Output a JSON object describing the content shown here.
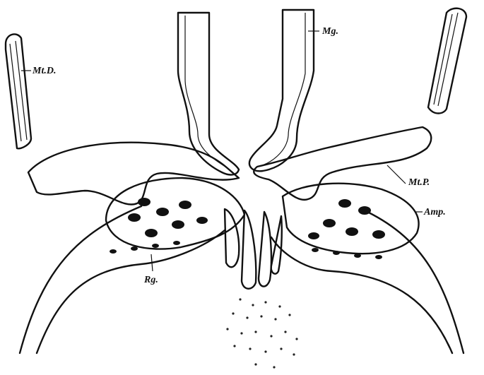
{
  "figure": {
    "labels": {
      "mt_d": "Mt.D.",
      "mg": "Mg.",
      "mt_p": "Mt.P.",
      "amp": "Amp.",
      "rg": "Rg."
    },
    "colors": {
      "ink": "#111111",
      "paper": "#ffffff"
    }
  }
}
